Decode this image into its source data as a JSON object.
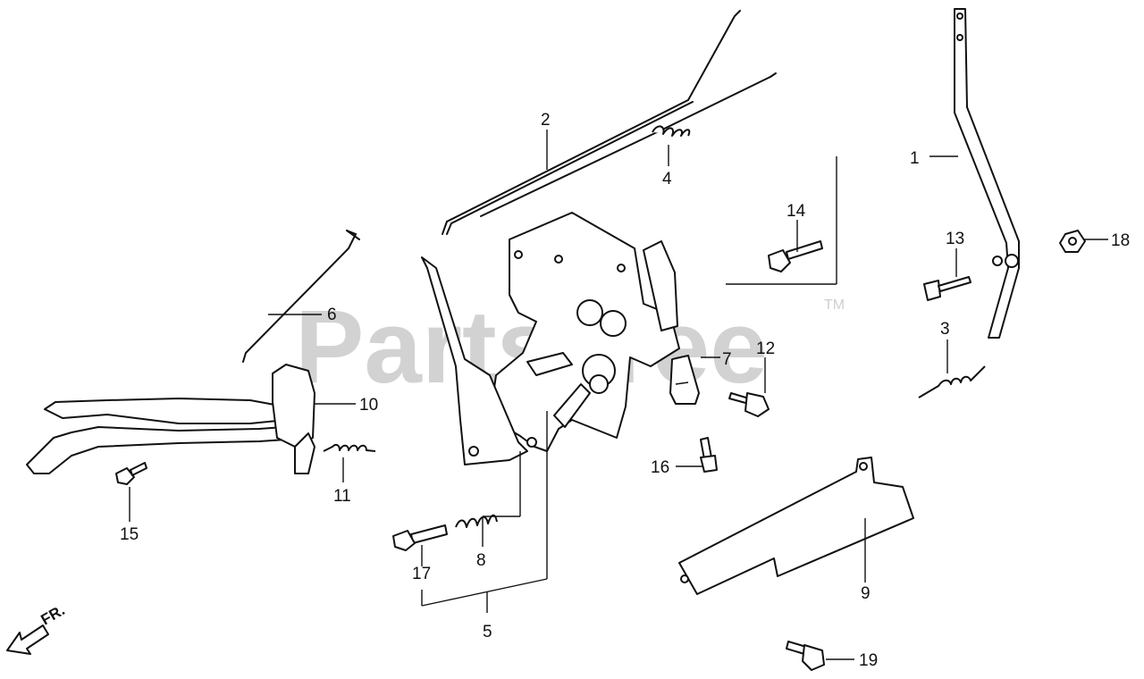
{
  "watermark": {
    "text": "PartsTree",
    "tm": "TM"
  },
  "orientation": {
    "label": "FR."
  },
  "callouts": [
    {
      "id": "1",
      "text": "1"
    },
    {
      "id": "2",
      "text": "2"
    },
    {
      "id": "3",
      "text": "3"
    },
    {
      "id": "4",
      "text": "4"
    },
    {
      "id": "5",
      "text": "5"
    },
    {
      "id": "6",
      "text": "6"
    },
    {
      "id": "7",
      "text": "7"
    },
    {
      "id": "8",
      "text": "8"
    },
    {
      "id": "9",
      "text": "9"
    },
    {
      "id": "10",
      "text": "10"
    },
    {
      "id": "11",
      "text": "11"
    },
    {
      "id": "12",
      "text": "12"
    },
    {
      "id": "13",
      "text": "13"
    },
    {
      "id": "14",
      "text": "14"
    },
    {
      "id": "15",
      "text": "15"
    },
    {
      "id": "16",
      "text": "16"
    },
    {
      "id": "17",
      "text": "17"
    },
    {
      "id": "18",
      "text": "18"
    },
    {
      "id": "19",
      "text": "19"
    }
  ],
  "colors": {
    "ink": "#111111",
    "watermark": "#d2d2d2"
  }
}
